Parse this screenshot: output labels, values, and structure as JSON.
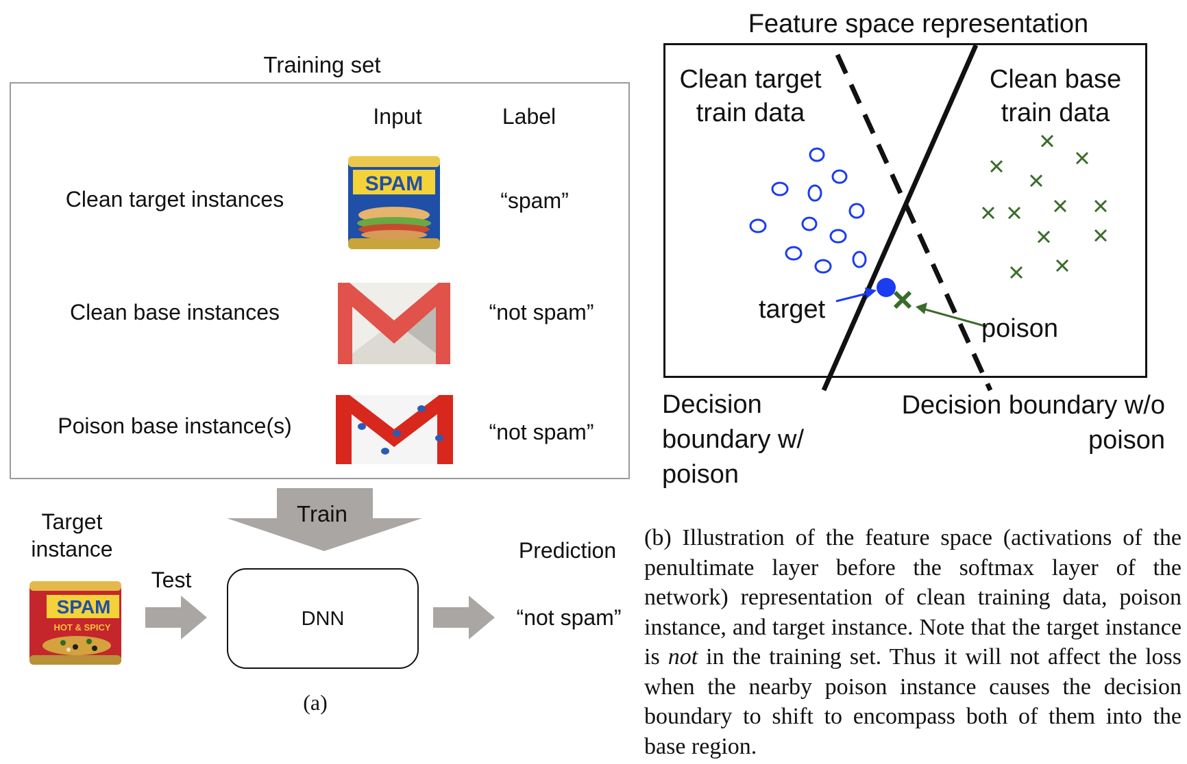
{
  "panel_a": {
    "title": "Training set",
    "col_input": "Input",
    "col_label": "Label",
    "rows": [
      {
        "name": "Clean target instances",
        "label": "“spam”"
      },
      {
        "name": "Clean base instances",
        "label": "“not spam”"
      },
      {
        "name": "Poison base instance(s)",
        "label": "“not spam”"
      }
    ],
    "can_logo_text": "SPAM",
    "train_label": "Train",
    "target_instance": "Target instance",
    "target_can_logo": "SPAM",
    "target_can_flavor": "HOT & SPICY",
    "test_label": "Test",
    "dnn_label": "DNN",
    "prediction_header": "Prediction",
    "prediction_value": "“not spam”",
    "caption": "(a)"
  },
  "panel_b": {
    "title": "Feature space representation",
    "clean_target_label": "Clean target train data",
    "clean_base_label": "Clean base train data",
    "target_label": "target",
    "poison_label": "poison",
    "boundary_with": "Decision boundary w/ poison",
    "boundary_without": "Decision boundary w/o poison",
    "caption_prefix": "(b) Illustration of the feature space (activations of the penultimate layer before the softmax layer of the network) representation of clean training data, poison instance, and target instance. Note that the target instance is",
    "caption_emph": "not",
    "caption_suffix": "in the training set. Thus it will not affect the loss when the nearby poison instance causes the decision boundary to shift to encompass both of them into the base region."
  },
  "colors": {
    "target_blue": "#1b3cf0",
    "base_green": "#3a6b2a",
    "arrow_gray": "#a9a6a4",
    "box_gray": "#9a9a9a",
    "gmail_red": "#d8271c"
  }
}
